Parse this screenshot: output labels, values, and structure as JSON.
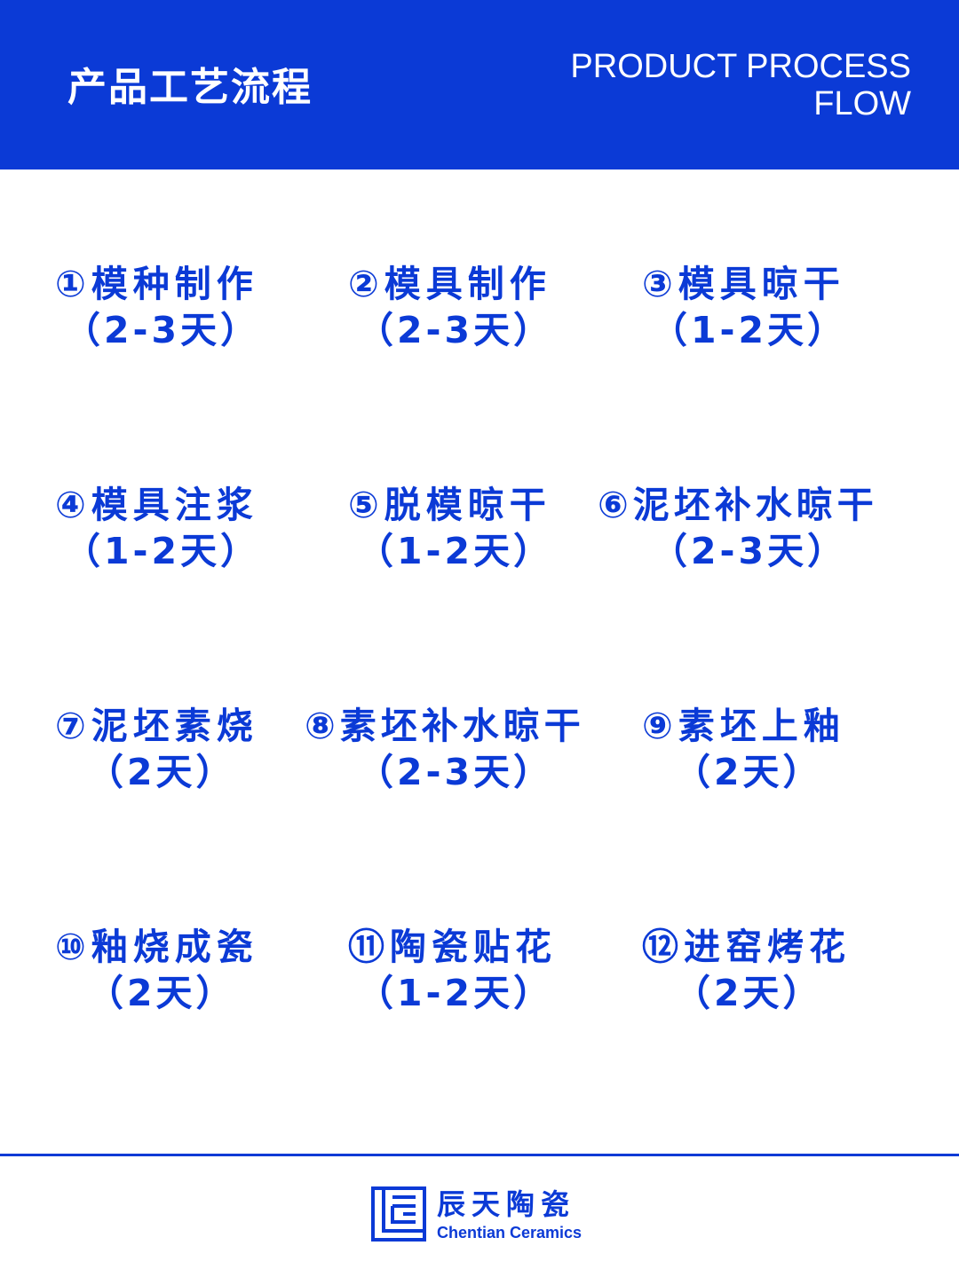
{
  "header": {
    "title_cn": "产品工艺流程",
    "title_en_line1": "PRODUCT PROCESS",
    "title_en_line2": "FLOW",
    "background_color": "#0b3ad6"
  },
  "steps": [
    {
      "name": "①模种制作",
      "duration": "（2-3天）"
    },
    {
      "name": "②模具制作",
      "duration": "（2-3天）"
    },
    {
      "name": "③模具晾干",
      "duration": "（1-2天）"
    },
    {
      "name": "④模具注浆",
      "duration": "（1-2天）"
    },
    {
      "name": "⑤脱模晾干",
      "duration": "（1-2天）"
    },
    {
      "name": "⑥泥坯补水晾干",
      "duration": "（2-3天）"
    },
    {
      "name": "⑦泥坯素烧",
      "duration": "（2天）"
    },
    {
      "name": "⑧素坯补水晾干",
      "duration": "（2-3天）"
    },
    {
      "name": "⑨素坯上釉",
      "duration": "（2天）"
    },
    {
      "name": "⑩釉烧成瓷",
      "duration": "（2天）"
    },
    {
      "name": "⑪陶瓷贴花",
      "duration": "（1-2天）"
    },
    {
      "name": "⑫进窑烤花",
      "duration": "（2天）"
    }
  ],
  "footer": {
    "brand_cn": "辰天陶瓷",
    "brand_en": "Chentian Ceramics",
    "logo_icon": "chentian-logo-icon",
    "accent_color": "#0b3ad6"
  }
}
